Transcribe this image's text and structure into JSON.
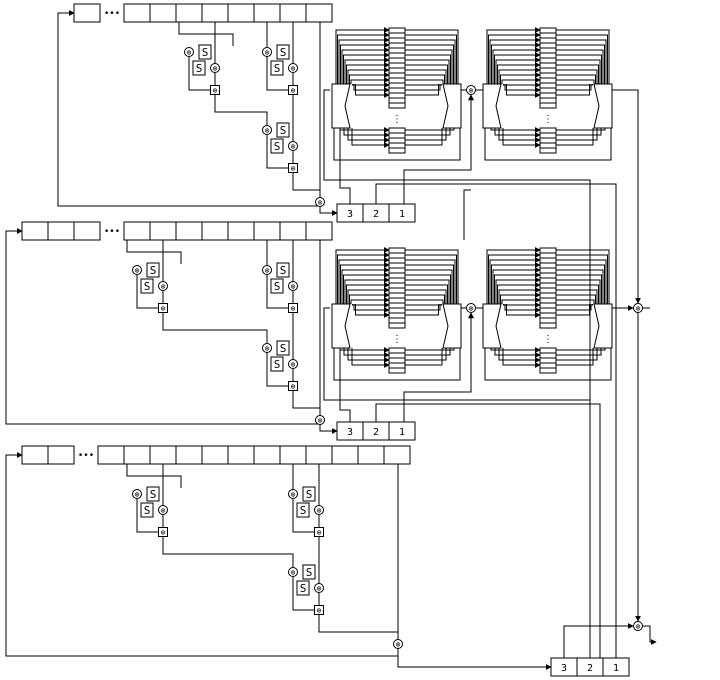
{
  "output_registers": [
    {
      "cells": [
        "3",
        "2",
        "1"
      ]
    },
    {
      "cells": [
        "3",
        "2",
        "1"
      ]
    },
    {
      "cells": [
        "3",
        "2",
        "1"
      ]
    }
  ],
  "sbox_label": "S",
  "multiply_symbol": "⊗",
  "add_symbol": "⊕",
  "register_ellipsis": "•••",
  "table_ellipsis": "⋮"
}
